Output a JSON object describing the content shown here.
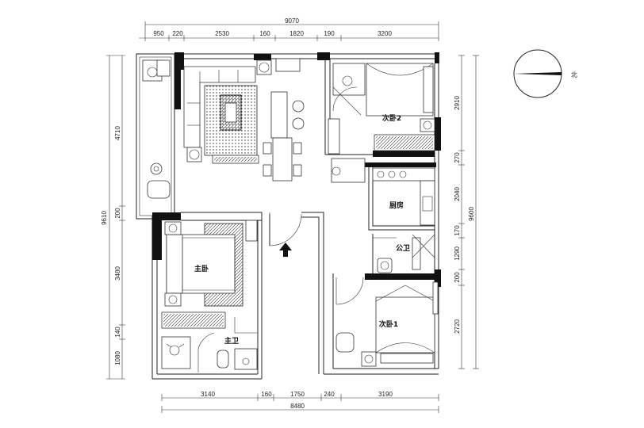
{
  "dimensions": {
    "top_total": "9070",
    "top_segments": [
      "950",
      "220",
      "2530",
      "160",
      "1820",
      "190",
      "3200"
    ],
    "bottom_total": "8480",
    "bottom_segments": [
      "3140",
      "160",
      "1750",
      "240",
      "3190"
    ],
    "left_total": "9610",
    "left_segments": [
      "4710",
      "200",
      "3480",
      "140",
      "1080"
    ],
    "right_total": "9600",
    "right_segments": [
      "2910",
      "270",
      "2040",
      "170",
      "1290",
      "200",
      "2720"
    ]
  },
  "rooms": {
    "second_bedroom_2": "次卧2",
    "kitchen": "厨房",
    "public_bath": "公卫",
    "master_bedroom": "主卧",
    "master_bath": "主卫",
    "second_bedroom_1": "次卧1"
  },
  "compass": {
    "north_label": "北"
  }
}
